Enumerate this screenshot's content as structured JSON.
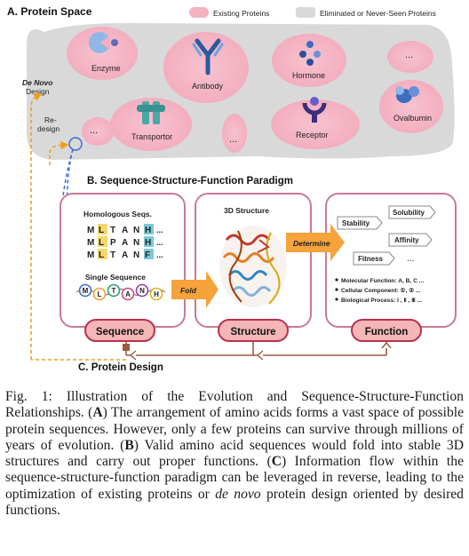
{
  "figure": {
    "section_a_title": "A. Protein Space",
    "legend": {
      "existing": "Existing Proteins",
      "eliminated": "Eliminated or Never-Seen Proteins"
    },
    "proteins": {
      "enzyme": "Enzyme",
      "antibody": "Antibody",
      "hormone": "Hormone",
      "ovalbumin": "Ovalbumin",
      "transporter": "Transportor",
      "receptor": "Receptor",
      "ellipsis": "..."
    },
    "de_novo": "De Novo",
    "design": "Design",
    "redesign_1": "Re-",
    "redesign_2": "design",
    "section_b_title": "B. Sequence-Structure-Function Paradigm",
    "homologous_title": "Homologous Seqs.",
    "homologous_rows": [
      [
        "M",
        "L",
        "T",
        "A",
        "N",
        "H",
        "..."
      ],
      [
        "M",
        "L",
        "P",
        "A",
        "N",
        "H",
        "..."
      ],
      [
        "M",
        "L",
        "T",
        "A",
        "N",
        "F",
        "..."
      ]
    ],
    "single_title": "Single Sequence",
    "single_seq": [
      "M",
      "L",
      "T",
      "A",
      "N",
      "H"
    ],
    "structure_title": "3D Structure",
    "fold_label": "Fold",
    "determine_label": "Determine",
    "tags": {
      "stability": "Stability",
      "solubility": "Solubility",
      "affinity": "Affinity",
      "fitness": "Fitness",
      "more": "..."
    },
    "function_bullets": [
      "Molecular Function: A, B, C ...",
      "Cellular Component: ①, ② ...",
      "Biological Process: Ⅰ , Ⅱ , Ⅲ ..."
    ],
    "box_labels": {
      "sequence": "Sequence",
      "structure": "Structure",
      "function": "Function"
    },
    "section_c_title": "C. Protein Design",
    "colors": {
      "gray_space": "#d9d9d9",
      "pink_blob": "#f5b8c8",
      "panel_border": "#c97b8f",
      "label_fill": "#f4b6b6",
      "label_border": "#b8314f",
      "arrow_orange": "#f0a030",
      "dashed_orange": "#f0a020",
      "dashed_blue": "#3b6fd4",
      "design_brown": "#9b5a3c"
    }
  },
  "caption": {
    "fig_label": "Fig. 1: ",
    "intro": "Illustration of the Evolution and Sequence-Structure-Function Relationships. (",
    "a": "A",
    "a_text": ") The arrangement of amino acids forms a vast space of possible protein sequences. However, only a few proteins can survive through millions of years of evolution. (",
    "b": "B",
    "b_text": ") Valid amino acid sequences would fold into stable 3D structures and carry out proper functions. (",
    "c": "C",
    "c_text": ") Information flow within the sequence-structure-function paradigm can be leveraged in reverse, leading to the optimization of existing proteins or ",
    "de_novo": "de novo",
    "end_text": " protein design oriented by desired functions."
  }
}
